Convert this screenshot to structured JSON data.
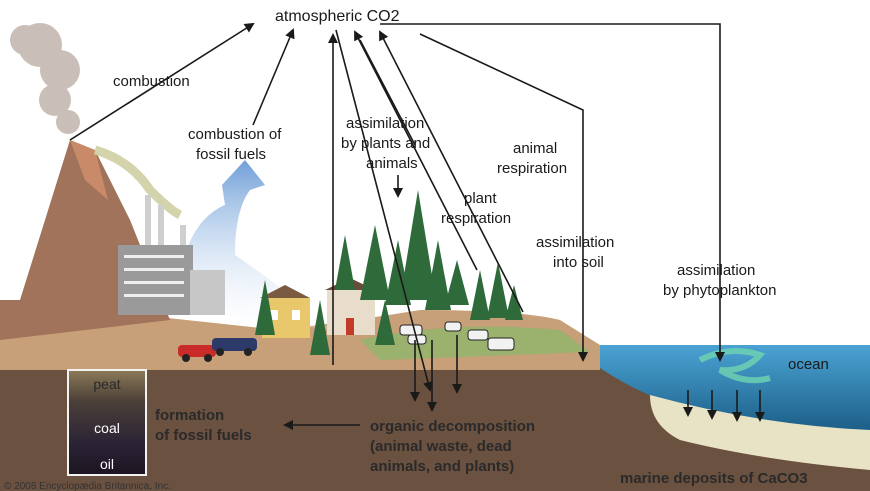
{
  "labels": {
    "atmospheric_co2": "atmospheric CO2",
    "combustion": "combustion",
    "combustion_fossil_fuels_1": "combustion of",
    "combustion_fossil_fuels_2": "fossil fuels",
    "assim_plants_1": "assimilation",
    "assim_plants_2": "by plants and",
    "assim_plants_3": "animals",
    "plant_resp_1": "plant",
    "plant_resp_2": "respiration",
    "animal_resp_1": "animal",
    "animal_resp_2": "respiration",
    "assim_soil_1": "assimilation",
    "assim_soil_2": "into soil",
    "assim_phyto_1": "assimilation",
    "assim_phyto_2": "by phytoplankton",
    "ocean": "ocean",
    "formation_1": "formation",
    "formation_2": "of fossil fuels",
    "decomp_1": "organic decomposition",
    "decomp_2": "(animal waste, dead",
    "decomp_3": "animals, and plants)",
    "marine_deposits": "marine deposits of CaCO3",
    "copyright": "© 2008 Encyclopædia Britannica, Inc."
  },
  "strata": {
    "peat": "peat",
    "coal": "coal",
    "oil": "oil"
  },
  "colors": {
    "sky": "#ffffff",
    "ground": "#6e5340",
    "surface": "#c9a37a",
    "ocean": "#3b96c9",
    "deep_ocean": "#1b5e8a",
    "trees": "#2f6b3a",
    "arrow": "#1a1a1a",
    "fossil_arrow": "#7fa9d9"
  }
}
